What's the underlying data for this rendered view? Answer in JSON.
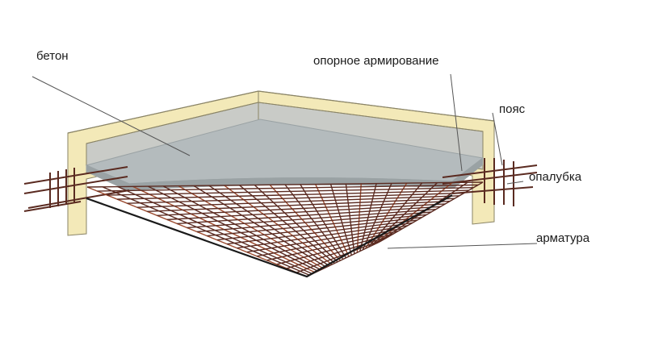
{
  "diagram": {
    "labels": {
      "beton": "бетон",
      "opornoe": "опорное  армирование",
      "poyas": "пояс",
      "opalubka": "опалубка",
      "armatura": "арматура"
    },
    "colors": {
      "wall_face": "#f3e9b8",
      "wall_edge": "#8a8466",
      "wall_inner": "#c9cbc7",
      "concrete_top": "#b4bbbd",
      "concrete_side": "#9aa2a4",
      "rebar": "#5a2a20",
      "rebar_accent": "#9b4a2e",
      "slab_edge": "#1a1a1a",
      "leader": "#555555"
    }
  }
}
